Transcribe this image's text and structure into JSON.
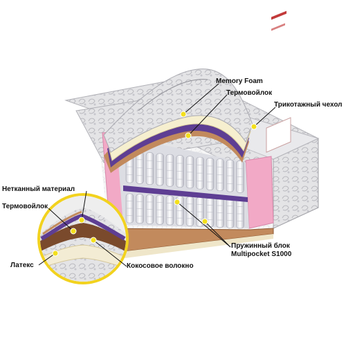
{
  "labels": {
    "memory_foam": "Memory Foam",
    "thermofelt_top": "Термовойлок",
    "knit_cover": "Трикотажный чехол",
    "nonwoven": "Нетканный материал",
    "thermofelt_left": "Термовойлок",
    "latex": "Латекс",
    "coconut_fiber": "Кокосовое волокно",
    "spring_block_line1": "Пружинный блок",
    "spring_block_line2": "Multipocket S1000"
  },
  "colors": {
    "callout_dot": "#f3df1d",
    "callout_ring": "#f2d21e",
    "pink_insert": "#f2a9c6",
    "purple_felt": "#5e3e93",
    "memory_foam": "#f6efcf",
    "coconut": "#c28a5d",
    "cover": "#dcdcdc"
  }
}
